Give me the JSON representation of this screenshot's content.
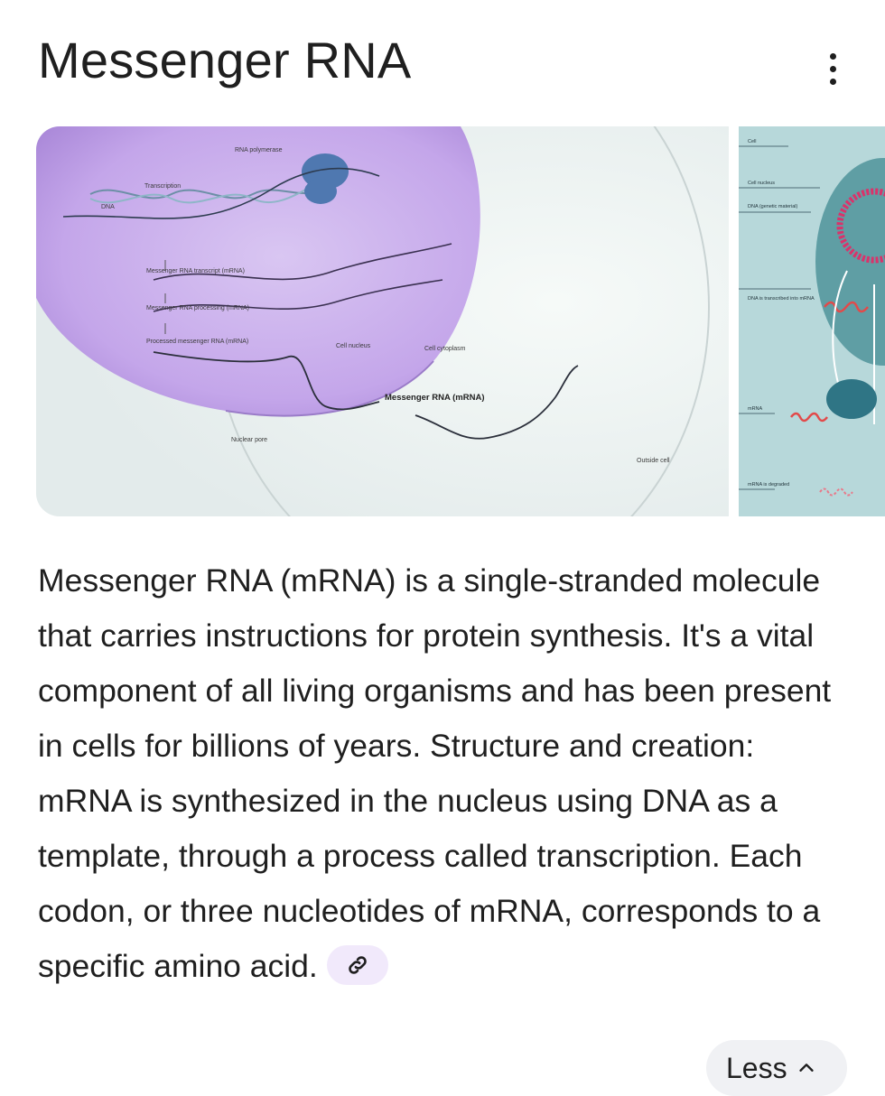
{
  "title": "Messenger RNA",
  "menu": {
    "icon": "more-vertical-icon"
  },
  "images": {
    "main": {
      "labels": {
        "rna_polymerase": "RNA polymerase",
        "transcription": "Transcription",
        "dna": "DNA",
        "transcript": "Messenger RNA transcript (mRNA)",
        "processing": "Messenger RNA processing (mRNA)",
        "processed": "Processed messenger RNA (mRNA)",
        "cell_nucleus": "Cell nucleus",
        "cell_cytoplasm": "Cell cytoplasm",
        "mrna": "Messenger RNA (mRNA)",
        "nuclear_pore": "Nuclear pore",
        "outside_cell": "Outside cell"
      }
    },
    "secondary": {
      "labels": {
        "cell": "Cell",
        "cell_nucleus": "Cell nucleus",
        "dna_genetic_material": "DNA (genetic material)",
        "dna_transcribed": "DNA is transcribed into mRNA",
        "mrna": "mRNA",
        "mrna_degraded": "mRNA is degraded"
      }
    }
  },
  "description": "Messenger RNA (mRNA) is a single-stranded molecule that carries instructions for protein synthesis. It's a vital component of all living organisms and has been present in cells for billions of years. Structure and creation: mRNA is synthesized in the nucleus using DNA as a template, through a process called transcription. Each codon, or three nucleotides of mRNA, corresponds to a specific amino acid.",
  "link_chip": {
    "icon": "link-icon"
  },
  "less_button": {
    "label": "Less",
    "icon": "chevron-up-icon"
  },
  "colors": {
    "chip_bg": "#f1e9fb",
    "accent": "#6b4fa0",
    "nucleus": "#c7a9ea"
  }
}
